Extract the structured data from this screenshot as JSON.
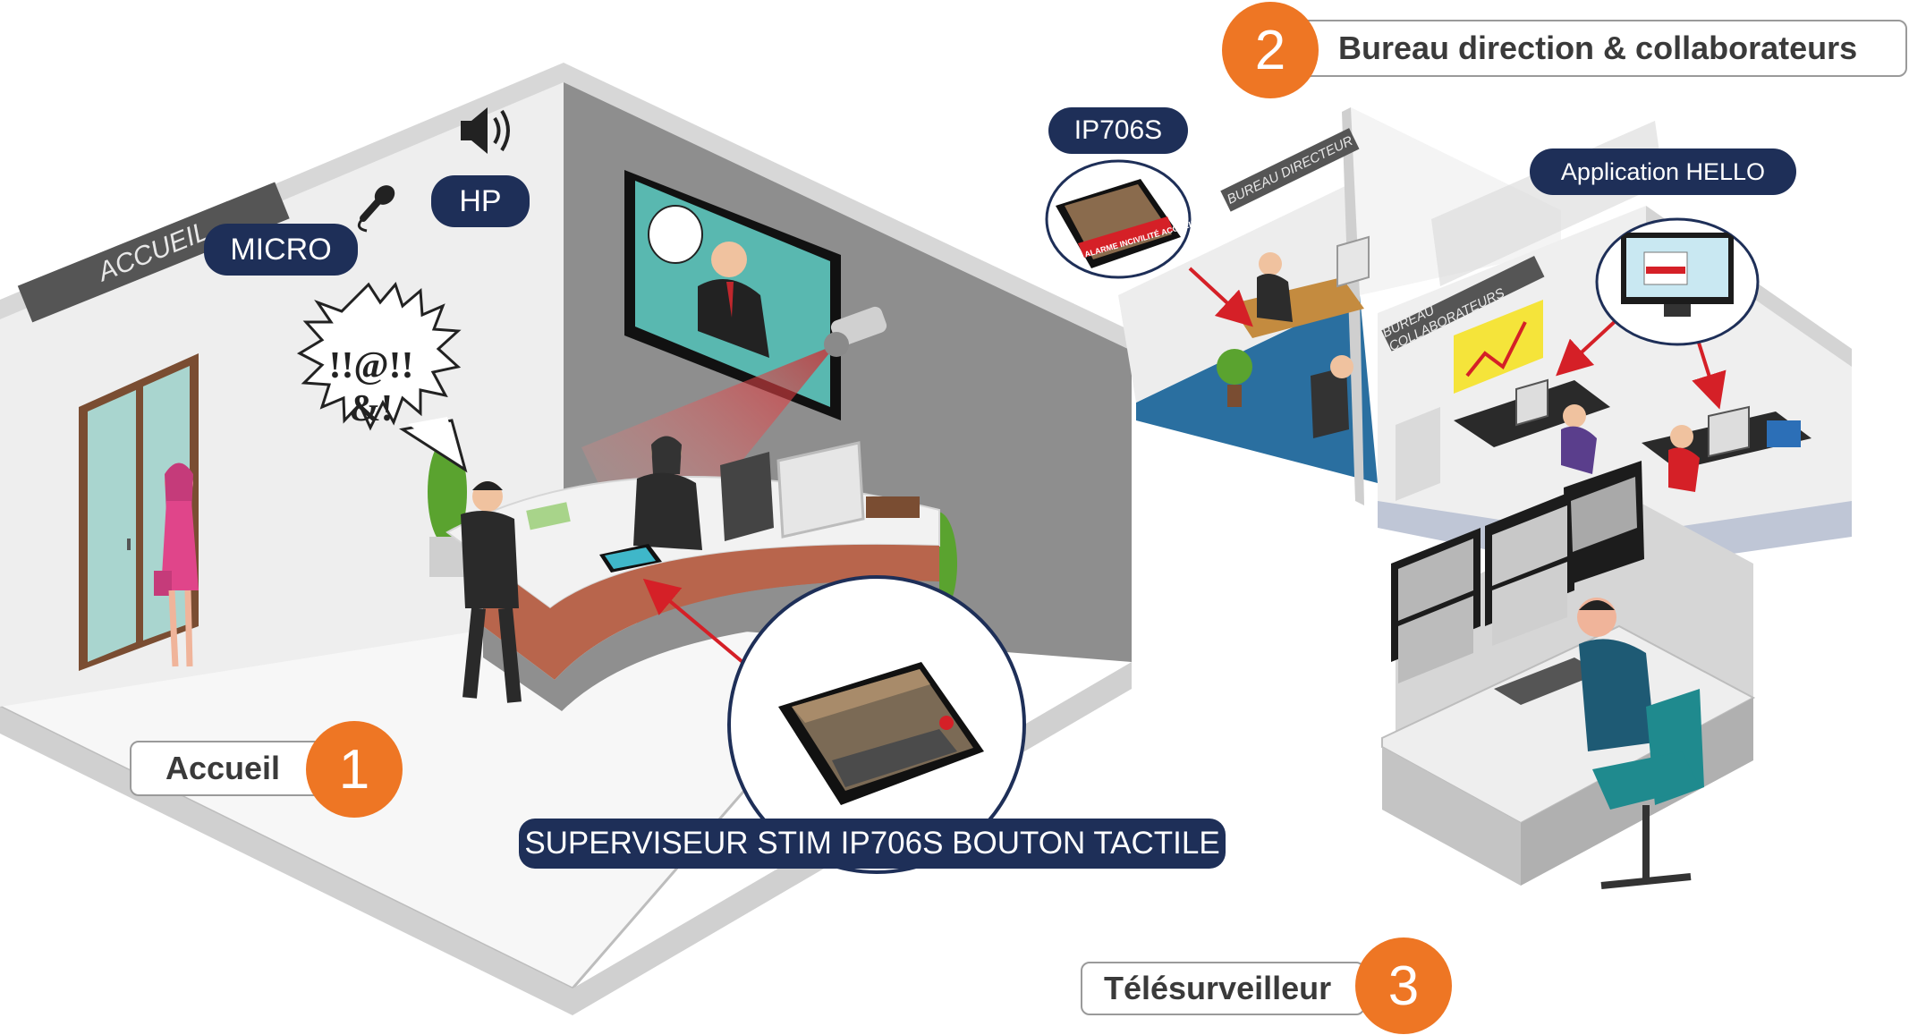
{
  "sections": [
    {
      "number": "1",
      "label": "Accueil"
    },
    {
      "number": "2",
      "label": "Bureau direction & collaborateurs"
    },
    {
      "number": "3",
      "label": "Télésurveilleur"
    }
  ],
  "callouts": {
    "micro": "MICRO",
    "hp": "HP",
    "ip706s": "IP706S",
    "application": "Application HELLO",
    "superviseur": "SUPERVISEUR STIM IP706S BOUTON TACTILE"
  },
  "signs": {
    "accueil": "ACCUEIL",
    "bureau_directeur": "BUREAU DIRECTEUR",
    "bureau_collaborateurs": "BUREAU COLLABORATEURS"
  },
  "speech": {
    "line1": "!!@!!",
    "line2": "&!"
  },
  "tablet_screen_text": "ALARME INCIVILITÉ ACCUEIL",
  "colors": {
    "accent_orange": "#ee7624",
    "navy": "#1e2f58",
    "alert_red": "#d52027"
  }
}
